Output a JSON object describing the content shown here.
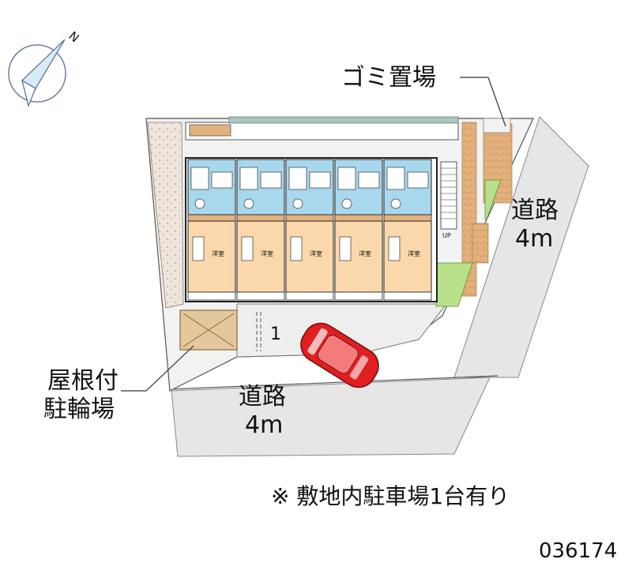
{
  "compass": {
    "north_mark": "N"
  },
  "labels": {
    "garbage": "ゴミ置場",
    "road_east_name": "道路",
    "road_east_width": "4m",
    "road_south_name": "道路",
    "road_south_width": "4m",
    "bicycle_line1": "屋根付",
    "bicycle_line2": "駐輪場",
    "parking_number": "1",
    "stair_label": "UP"
  },
  "units": [
    {
      "room_label": "洋室"
    },
    {
      "room_label": "洋室"
    },
    {
      "room_label": "洋室"
    },
    {
      "room_label": "洋室"
    },
    {
      "room_label": "洋室"
    }
  ],
  "note": "※ 敷地内駐車場1台有り",
  "property_id": "036174",
  "colors": {
    "road": "#e6e6e6",
    "lot": "#f2f2f2",
    "gravel": "#eee5dc",
    "wet_area": "#a8d8ee",
    "room": "#fad8ac",
    "brick": "#e3b27e",
    "grass": "#b8e08a",
    "car": "#e02020",
    "bike_shelter": "#e4c79c"
  }
}
